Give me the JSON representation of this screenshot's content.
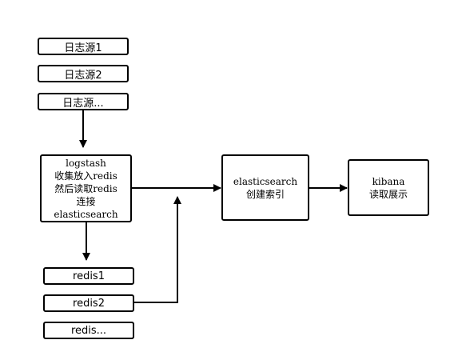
{
  "log_sources": [
    "日志源1",
    "日志源2",
    "日志源..."
  ],
  "logstash": {
    "lines": [
      "logstash",
      "收集放入redis",
      "然后读取redis",
      "连接",
      "elasticsearch"
    ]
  },
  "redis_nodes": [
    "redis1",
    "redis2",
    "redis..."
  ],
  "elasticsearch": {
    "lines": [
      "elasticsearch",
      "创建索引"
    ]
  },
  "kibana": {
    "lines": [
      "kibana",
      "读取展示"
    ]
  }
}
